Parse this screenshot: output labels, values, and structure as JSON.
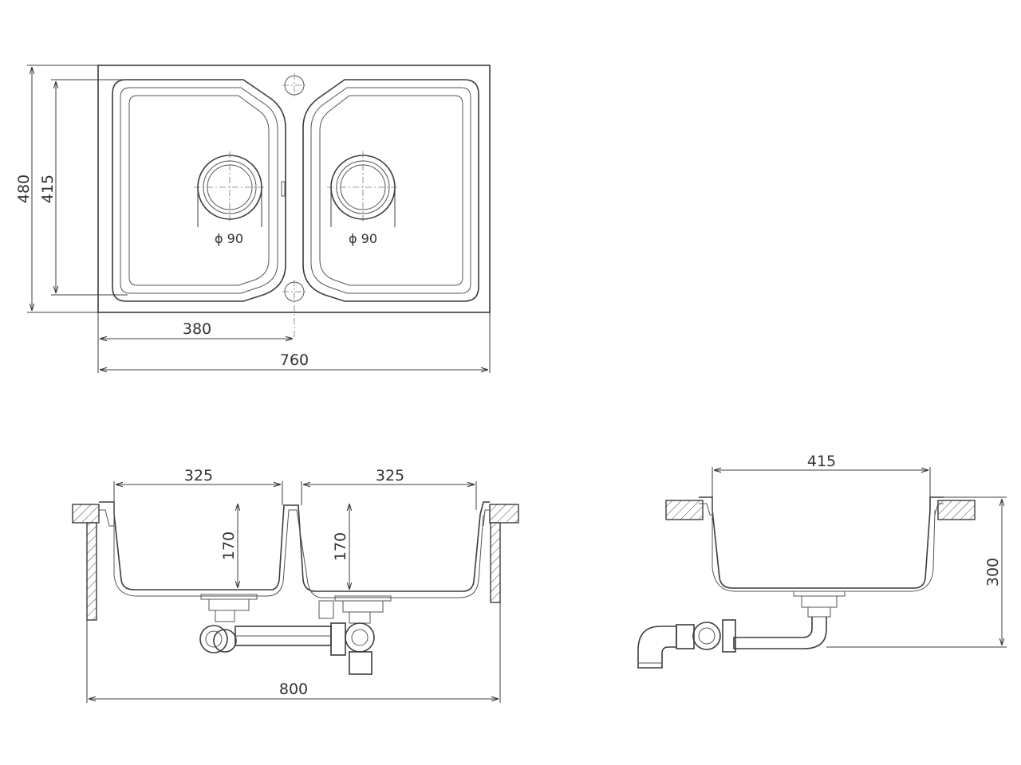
{
  "top_view": {
    "overall_length": "760",
    "overall_width": "480",
    "bowl_depth_inner": "415",
    "center_offset": "380",
    "drain_left_diameter": "ϕ 90",
    "drain_right_diameter": "ϕ 90"
  },
  "front_view": {
    "bowl_left_width": "325",
    "bowl_right_width": "325",
    "bowl_left_depth": "170",
    "bowl_right_depth": "170",
    "cabinet_width": "800"
  },
  "side_view": {
    "bowl_width": "415",
    "total_height": "300"
  }
}
